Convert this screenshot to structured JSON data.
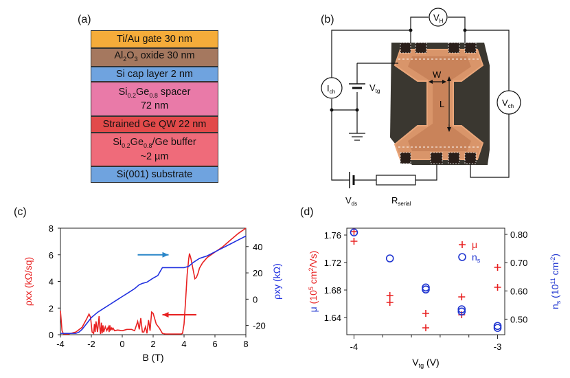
{
  "panels": {
    "a": "(a)",
    "b": "(b)",
    "c": "(c)",
    "d": "(d)"
  },
  "stack": {
    "colors": [
      "#f5ac3a",
      "#a5785f",
      "#6fa3df",
      "#e97aa8",
      "#e24a4a",
      "#ef6b7a",
      "#6fa3df"
    ],
    "layers": [
      {
        "segments": [
          {
            "t": "Ti/Au gate 30 nm"
          }
        ]
      },
      {
        "segments": [
          {
            "t": "Al"
          },
          {
            "t": "2",
            "sub": true
          },
          {
            "t": "O"
          },
          {
            "t": "3",
            "sub": true
          },
          {
            "t": " oxide 30 nm"
          }
        ]
      },
      {
        "segments": [
          {
            "t": "Si cap layer 2 nm"
          }
        ]
      },
      {
        "segments": [
          {
            "t": "Si"
          },
          {
            "t": "0.2",
            "sub": true
          },
          {
            "t": "Ge"
          },
          {
            "t": "0.8",
            "sub": true
          },
          {
            "t": " spacer"
          },
          {
            "br": true
          },
          {
            "t": "72 nm"
          }
        ]
      },
      {
        "segments": [
          {
            "t": "Strained Ge QW 22 nm"
          }
        ]
      },
      {
        "segments": [
          {
            "t": "Si"
          },
          {
            "t": "0.2",
            "sub": true
          },
          {
            "t": "Ge"
          },
          {
            "t": "0.8",
            "sub": true
          },
          {
            "t": "/Ge buffer"
          },
          {
            "br": true
          },
          {
            "t": "~2 µm"
          }
        ]
      },
      {
        "segments": [
          {
            "t": "Si(001) substrate"
          }
        ]
      }
    ]
  },
  "device": {
    "V_H": "V",
    "V_H_sub": "H",
    "I_ch": "I",
    "I_ch_sub": "ch",
    "V_tg": "V",
    "V_tg_sub": "tg",
    "V_ch": "V",
    "V_ch_sub": "ch",
    "W": "W",
    "L": "L",
    "V_ds": "V",
    "V_ds_sub": "ds",
    "R": "R",
    "R_sub": "serial"
  },
  "chart_data": [
    {
      "type": "line",
      "xlabel": "B (T)",
      "ylabel_left": "ρxx (kΩ/sq)",
      "ylabel_right": "ρxy (kΩ)",
      "xlim": [
        -4,
        8
      ],
      "ylim_left": [
        0,
        8
      ],
      "ylim_right": [
        -27,
        54
      ],
      "x_ticks": [
        -4,
        -2,
        0,
        2,
        4,
        6,
        8
      ],
      "y_left_ticks": [
        0,
        2,
        4,
        6,
        8
      ],
      "y_right_ticks": [
        -20,
        0,
        20,
        40
      ],
      "series": [
        {
          "color": "#e82020",
          "axis": "left",
          "x": [
            -4,
            -3.95,
            -3.9,
            -3.8,
            -3.5,
            -3,
            -2.6,
            -2.3,
            -2.15,
            -2.05,
            -1.95,
            -1.85,
            -1.8,
            -1.75,
            -1.7,
            -1.6,
            -1.5,
            -1.45,
            -1.4,
            -1.35,
            -1.3,
            -1.25,
            -1.2,
            -1.1,
            -1.0,
            -0.9,
            -0.85,
            -0.8,
            -0.75,
            -0.7,
            -0.65,
            -0.6,
            -0.5,
            -0.3,
            0,
            0.3,
            0.6,
            0.8,
            1.0,
            1.1,
            1.2,
            1.3,
            1.4,
            1.5,
            1.6,
            1.7,
            1.8,
            1.9,
            2.0,
            2.1,
            2.2,
            2.4,
            2.6,
            2.8,
            3.0,
            3.2,
            3.5,
            3.8,
            3.9,
            4.0,
            4.1,
            4.2,
            4.3,
            4.35,
            4.45,
            4.6,
            4.7,
            4.8,
            4.9,
            5.0,
            5.2,
            5.5,
            6,
            6.5,
            7,
            7.5,
            8
          ],
          "values": [
            1.8,
            1.1,
            0.3,
            0.05,
            0.05,
            0.2,
            0.55,
            1.2,
            1.55,
            1.3,
            0.2,
            0.1,
            0.8,
            0.2,
            1.0,
            0.2,
            1.4,
            0.5,
            0.05,
            0.9,
            0.1,
            0.7,
            0.2,
            0.6,
            0.3,
            0.6,
            0.2,
            0.7,
            0.3,
            0.5,
            0.4,
            0.5,
            0.3,
            0.35,
            0.3,
            0.4,
            0.4,
            0.3,
            1.0,
            0.4,
            1.25,
            0.2,
            0.2,
            0.6,
            0.1,
            1.1,
            0.3,
            1.7,
            1.6,
            1.2,
            0.8,
            0.5,
            0.1,
            0.05,
            0.05,
            0.05,
            0.05,
            0.05,
            0.1,
            0.8,
            2.6,
            4.5,
            5.7,
            6.1,
            5.7,
            4.8,
            4.2,
            4.3,
            4.6,
            5.0,
            5.4,
            5.8,
            6.2,
            6.6,
            7.1,
            7.6,
            8.0
          ]
        },
        {
          "color": "#2030e0",
          "axis": "right",
          "x": [
            -4,
            -3.2,
            -3.0,
            -2.8,
            -2.6,
            -2.4,
            -2.2,
            -2.0,
            -1.8,
            -1.6,
            -1.2,
            -0.8,
            -0.4,
            0,
            0.4,
            0.8,
            1.0,
            1.1,
            1.3,
            1.6,
            2.0,
            2.3,
            2.6,
            3.0,
            3.5,
            4.0,
            4.3,
            4.6,
            5.0,
            5.5,
            6.0,
            6.5,
            7.0,
            7.5,
            8.0
          ],
          "values": [
            -26,
            -26,
            -26,
            -25,
            -23,
            -20,
            -17,
            -14,
            -12,
            -10,
            -7,
            -4,
            -1,
            2,
            5,
            8,
            10,
            11,
            12,
            13,
            16,
            18,
            24,
            24,
            24,
            24,
            25,
            28,
            31,
            33,
            36,
            39,
            42,
            45,
            48
          ]
        }
      ],
      "annotations": [
        {
          "type": "arrow",
          "direction": "right",
          "color": "#2a86c8",
          "x": [
            1.0,
            3.0
          ],
          "y": 6.0,
          "axis": "left"
        },
        {
          "type": "arrow",
          "direction": "left",
          "color": "#e82020",
          "x": [
            4.8,
            2.6
          ],
          "y": 1.5,
          "axis": "left"
        }
      ]
    },
    {
      "type": "scatter",
      "xlabel": "V_tg (V)",
      "ylabel_left": "μ (10^5 cm^2/Vs)",
      "ylabel_right": "n_s (10^11 cm^-2)",
      "xlim": [
        -4.05,
        -2.95
      ],
      "ylim_left": [
        1.615,
        1.77
      ],
      "ylim_right": [
        0.445,
        0.822
      ],
      "x_tick_labels": [
        {
          "x": -4,
          "label": "-4"
        },
        {
          "x": -3,
          "label": "-3"
        }
      ],
      "x_minor_ticks": [
        -3.8,
        -3.6,
        -3.4,
        -3.2
      ],
      "y_left_ticks": [
        1.64,
        1.68,
        1.72,
        1.76
      ],
      "y_right_ticks": [
        0.5,
        0.6,
        0.7,
        0.8
      ],
      "legend": "top-right",
      "series": [
        {
          "name": "μ",
          "marker": "plus",
          "color": "#e82020",
          "axis": "left",
          "x": [
            -4.0,
            -4.0,
            -3.75,
            -3.75,
            -3.5,
            -3.5,
            -3.25,
            -3.25,
            -3.0,
            -3.0
          ],
          "values": [
            1.765,
            1.751,
            1.672,
            1.662,
            1.646,
            1.625,
            1.67,
            1.644,
            1.713,
            1.684
          ]
        },
        {
          "name": "n_s",
          "marker": "circle",
          "color": "#1e34d0",
          "axis": "right",
          "x": [
            -4.0,
            -3.75,
            -3.5,
            -3.5,
            -3.25,
            -3.25,
            -3.0,
            -3.0
          ],
          "values": [
            0.807,
            0.715,
            0.612,
            0.605,
            0.535,
            0.527,
            0.476,
            0.469
          ]
        }
      ]
    }
  ]
}
